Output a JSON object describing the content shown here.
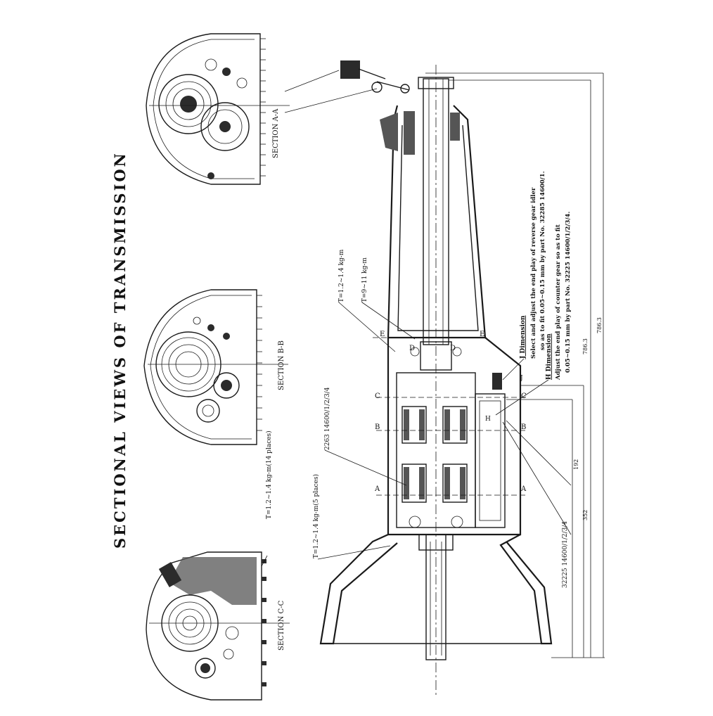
{
  "title": "SECTIONAL VIEWS OF TRANSMISSION",
  "sections": {
    "a": "SECTION A-A",
    "b": "SECTION B-B",
    "c": "SECTION C-C"
  },
  "torques": {
    "t1": "T=1.2~1.4 kg-m",
    "t2": "T=9~11 kg-m",
    "t3": "T=1.2~1.4 kg-m(14 places)",
    "t4": "T=1.2~1.4 kg-m(5 places)"
  },
  "part_callouts": {
    "p1": "2263 14600/1/2/3/4",
    "p2": "32225 14600/1/2/3/4"
  },
  "notes": {
    "j_title": "J Dimension",
    "j_line1": "Select and adjust the end play of reverse gear idler",
    "j_line2": "so as to fit 0.05~0.15 mm by part No. 32285 14600/1.",
    "h_title": "H Dimension",
    "h_line1": "Adjust the end play of counter gear so as to fit",
    "h_line2": "0.05~0.15 mm by part No. 32225 14600/1/2/3/4."
  },
  "dimensions": {
    "d1": "786.3",
    "d2": "786.3",
    "d3": "192",
    "d4": "352"
  },
  "section_markers": {
    "a": "A",
    "b": "B",
    "c": "C",
    "d": "D",
    "e": "E",
    "h": "H",
    "j": "J"
  }
}
